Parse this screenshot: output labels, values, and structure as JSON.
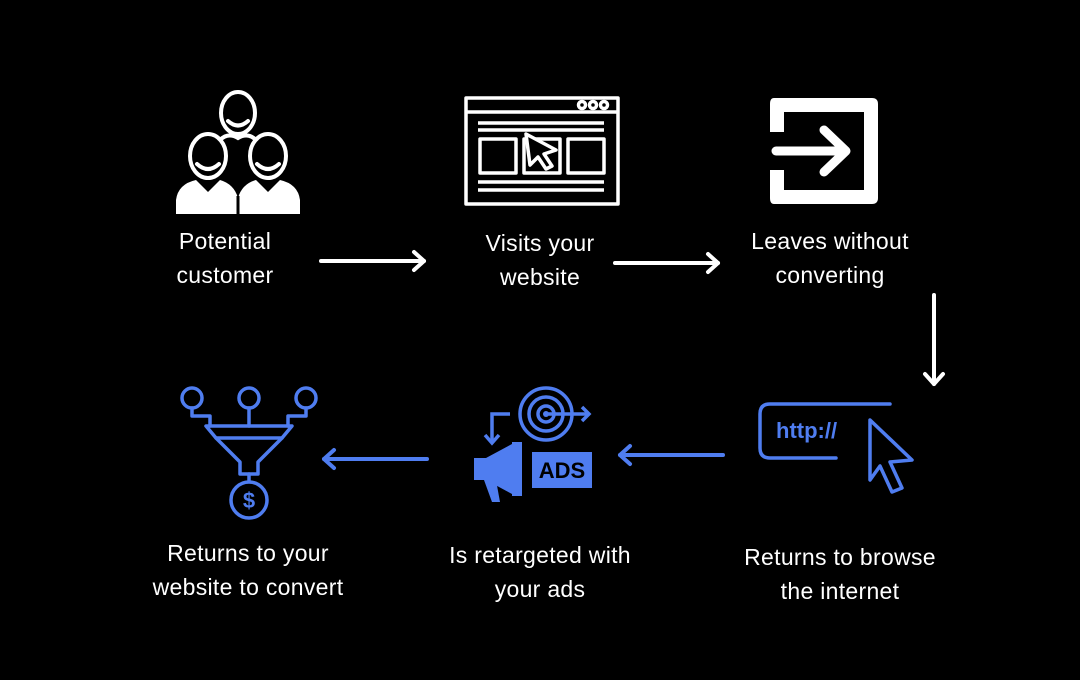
{
  "colors": {
    "background": "#000000",
    "primary": "#ffffff",
    "accent": "#4f7df0"
  },
  "steps": [
    {
      "id": "potential-customer",
      "icon": "people-group-icon",
      "line1": "Potential",
      "line2": "customer"
    },
    {
      "id": "visits-website",
      "icon": "browser-window-icon",
      "line1": "Visits your",
      "line2": "website"
    },
    {
      "id": "leaves",
      "icon": "exit-icon",
      "line1": "Leaves without",
      "line2": "converting"
    },
    {
      "id": "browse-internet",
      "icon": "url-cursor-icon",
      "icon_text": "http://",
      "line1": "Returns to browse",
      "line2": "the internet"
    },
    {
      "id": "retargeted",
      "icon": "megaphone-target-icon",
      "icon_text": "ADS",
      "line1": "Is retargeted with",
      "line2": "your ads"
    },
    {
      "id": "converts",
      "icon": "funnel-dollar-icon",
      "line1": "Returns to your",
      "line2": "website to convert"
    }
  ]
}
